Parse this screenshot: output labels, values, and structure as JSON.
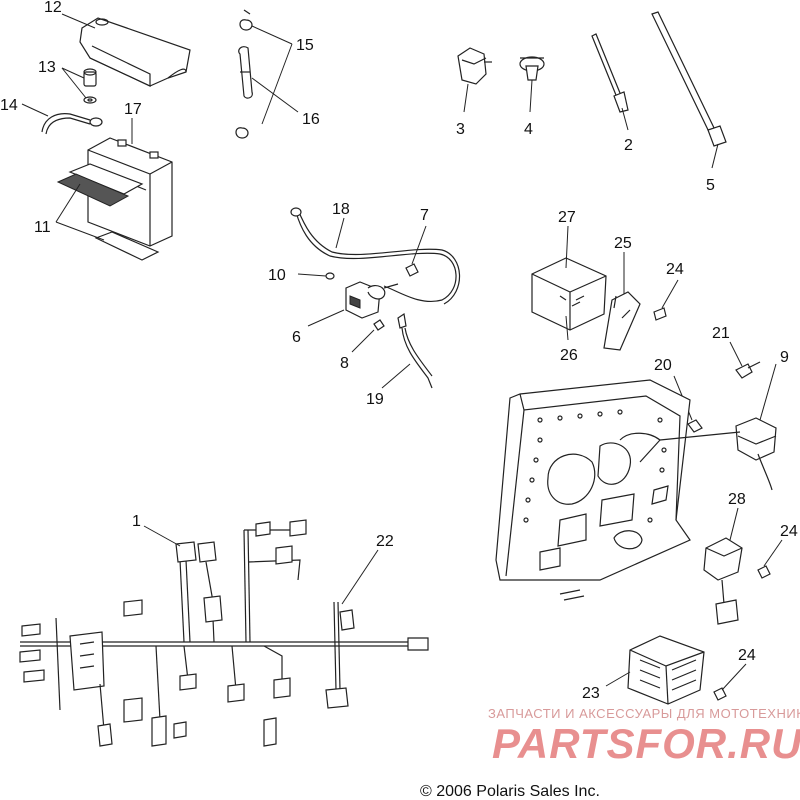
{
  "callouts": {
    "c1": "1",
    "c2": "2",
    "c3": "3",
    "c4": "4",
    "c5": "5",
    "c6": "6",
    "c7": "7",
    "c8": "8",
    "c9": "9",
    "c10": "10",
    "c11": "11",
    "c12": "12",
    "c13": "13",
    "c14": "14",
    "c15": "15",
    "c16": "16",
    "c17": "17",
    "c18": "18",
    "c19": "19",
    "c20": "20",
    "c21": "21",
    "c22": "22",
    "c23": "23",
    "c24a": "24",
    "c24b": "24",
    "c24c": "24",
    "c25": "25",
    "c26": "26",
    "c27": "27",
    "c28": "28"
  },
  "watermark": {
    "tagline": "ЗАПЧАСТИ И АКСЕССУАРЫ ДЛЯ МОТОТЕХНИКИ",
    "logo": "PARTSFOR.RU"
  },
  "footer": {
    "copyright": "© 2006 Polaris Sales Inc."
  }
}
